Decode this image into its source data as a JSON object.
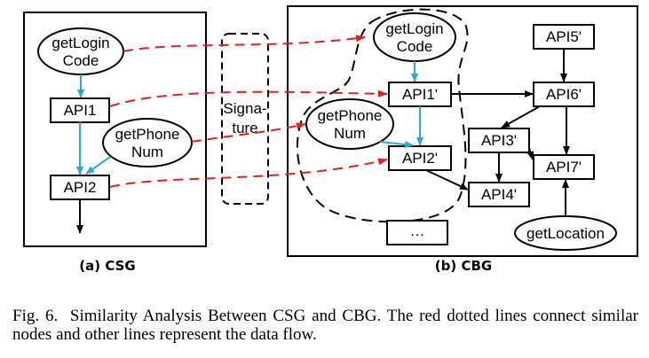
{
  "colors": {
    "data_flow": "#000000",
    "api_flow": "#2aa9e0",
    "similarity": "#e02020"
  },
  "signature_label": [
    "Signa-",
    "ture"
  ],
  "csg": {
    "label": "(a) CSG",
    "nodes": {
      "getLoginCode": [
        "getLogin",
        "Code"
      ],
      "api1": "API1",
      "getPhoneNum": [
        "getPhone",
        "Num"
      ],
      "api2": "API2"
    }
  },
  "cbg": {
    "label": "(b) CBG",
    "nodes": {
      "getLoginCode": [
        "getLogin",
        "Code"
      ],
      "api1": "API1'",
      "getPhoneNum": [
        "getPhone",
        "Num"
      ],
      "api2": "API2'",
      "api3": "API3'",
      "api4": "API4'",
      "api5": "API5'",
      "api6": "API6'",
      "api7": "API7'",
      "getLocation": "getLocation",
      "more": "…"
    }
  },
  "caption": {
    "fig": "Fig. 6.",
    "text": "Similarity Analysis Between CSG and CBG. The red dotted lines connect similar nodes and other lines represent the data flow."
  }
}
